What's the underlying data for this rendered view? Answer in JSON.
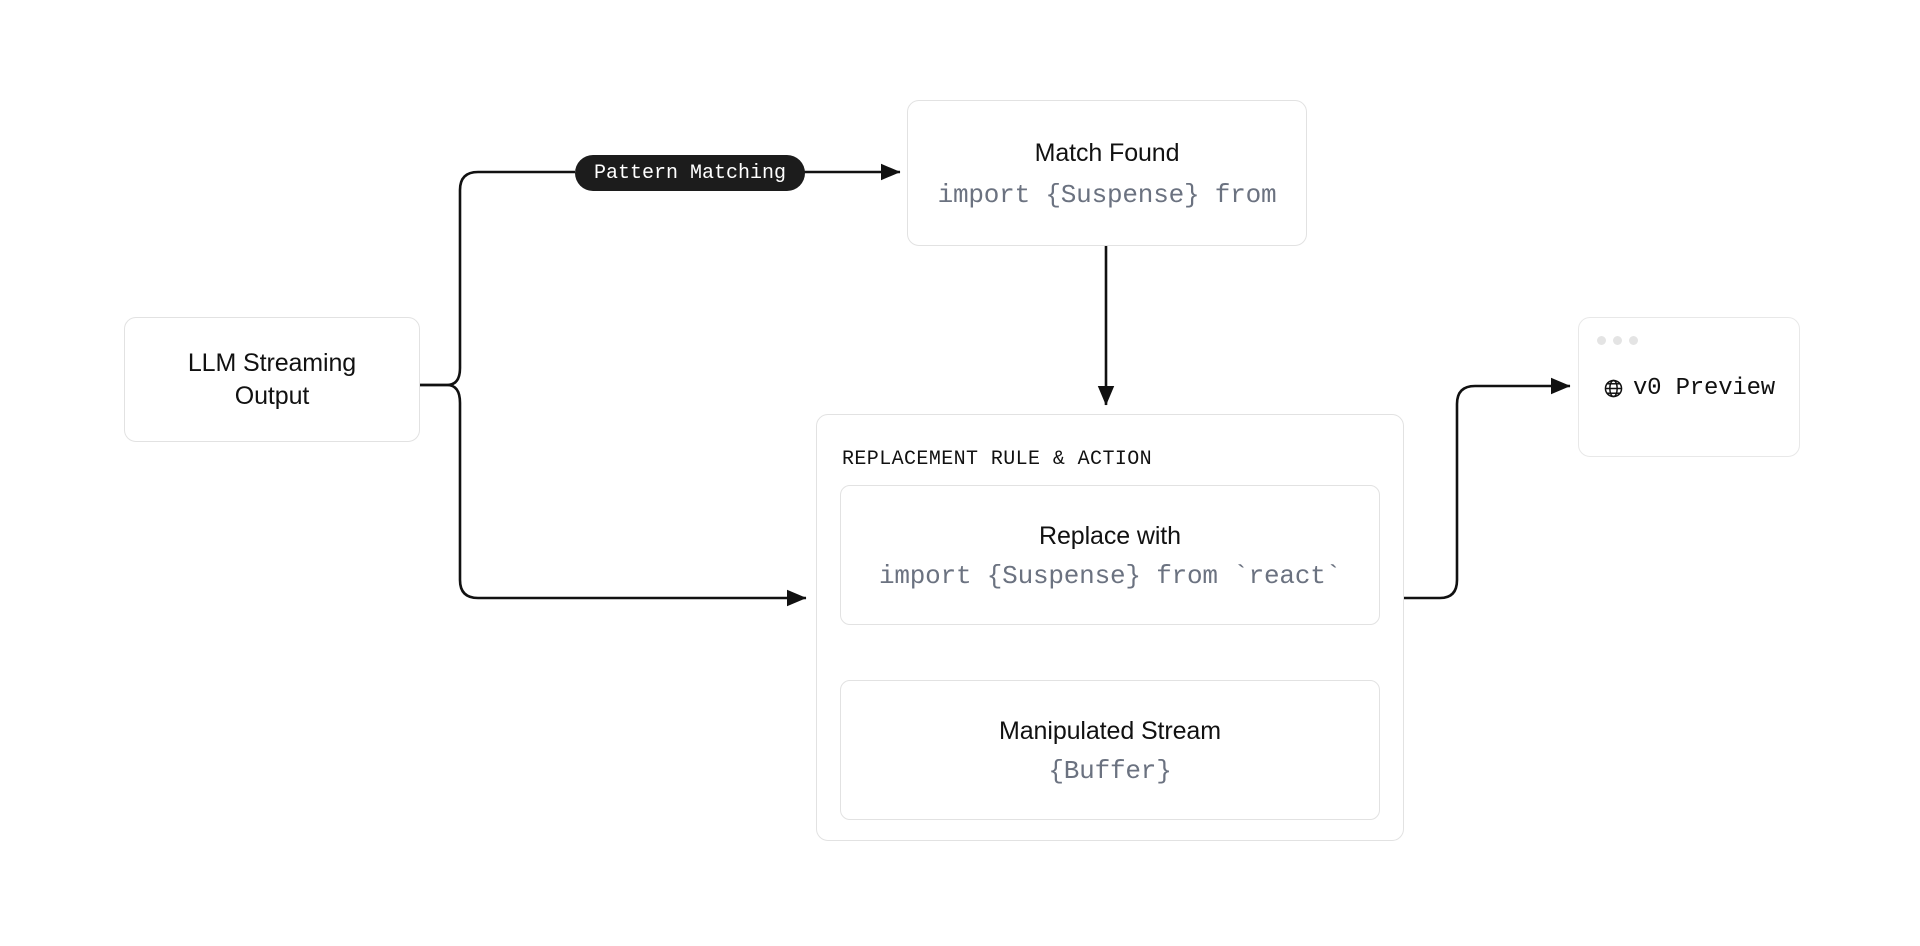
{
  "diagram": {
    "title": "LLM stream pattern replacement pipeline",
    "colors": {
      "pill_background": "#1c1c1c",
      "pill_text": "#ffffff",
      "node_border": "#e2e2e2",
      "code_text": "#6b7280",
      "title_text": "#111111",
      "wire": "#111111",
      "dashed_wire": "#c9c9c9",
      "window_dot": "#e4e4e4",
      "background": "#ffffff"
    },
    "nodes": {
      "llm": {
        "line1": "LLM Streaming",
        "line2": "Output"
      },
      "pattern_pill": {
        "label": "Pattern Matching"
      },
      "match_found": {
        "title": "Match Found",
        "code": "import {Suspense} from"
      },
      "rule_container": {
        "header": "REPLACEMENT RULE & ACTION"
      },
      "replace_with": {
        "title": "Replace with",
        "code": "import {Suspense} from `react`"
      },
      "manipulated_stream": {
        "title": "Manipulated Stream",
        "code": "{Buffer}"
      },
      "preview": {
        "label": "v0 Preview",
        "icon": "globe-icon",
        "dots": 3
      }
    },
    "edges": [
      {
        "from": "llm",
        "to": "pattern_pill",
        "style": "solid",
        "arrow": true
      },
      {
        "from": "pattern_pill",
        "to": "match_found",
        "style": "solid",
        "arrow": true
      },
      {
        "from": "llm",
        "to": "rule_container",
        "style": "solid",
        "arrow": true
      },
      {
        "from": "match_found",
        "to": "rule_container",
        "style": "solid",
        "arrow": true
      },
      {
        "from": "replace_with",
        "to": "manipulated_stream",
        "style": "dashed",
        "arrow": true
      },
      {
        "from": "rule_container",
        "to": "preview",
        "style": "solid",
        "arrow": true
      }
    ]
  }
}
